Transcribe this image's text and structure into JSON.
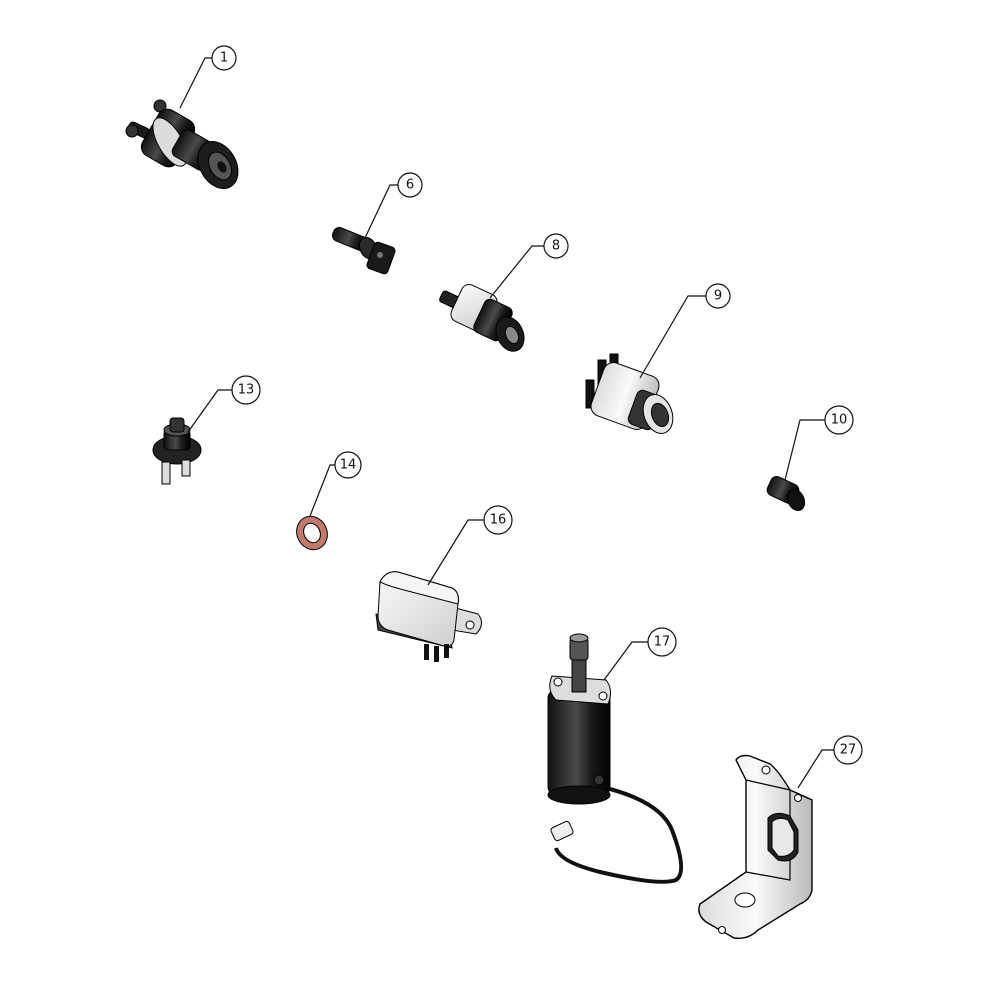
{
  "callouts": {
    "c1": "1",
    "c6": "6",
    "c8": "8",
    "c9": "9",
    "c10": "10",
    "c13": "13",
    "c14": "14",
    "c16": "16",
    "c17": "17",
    "c27": "27"
  },
  "colors": {
    "outline": "#111111",
    "dark_part": "#2a2a2a",
    "light_part": "#e6e6e6",
    "washer": "#c47a6a"
  }
}
